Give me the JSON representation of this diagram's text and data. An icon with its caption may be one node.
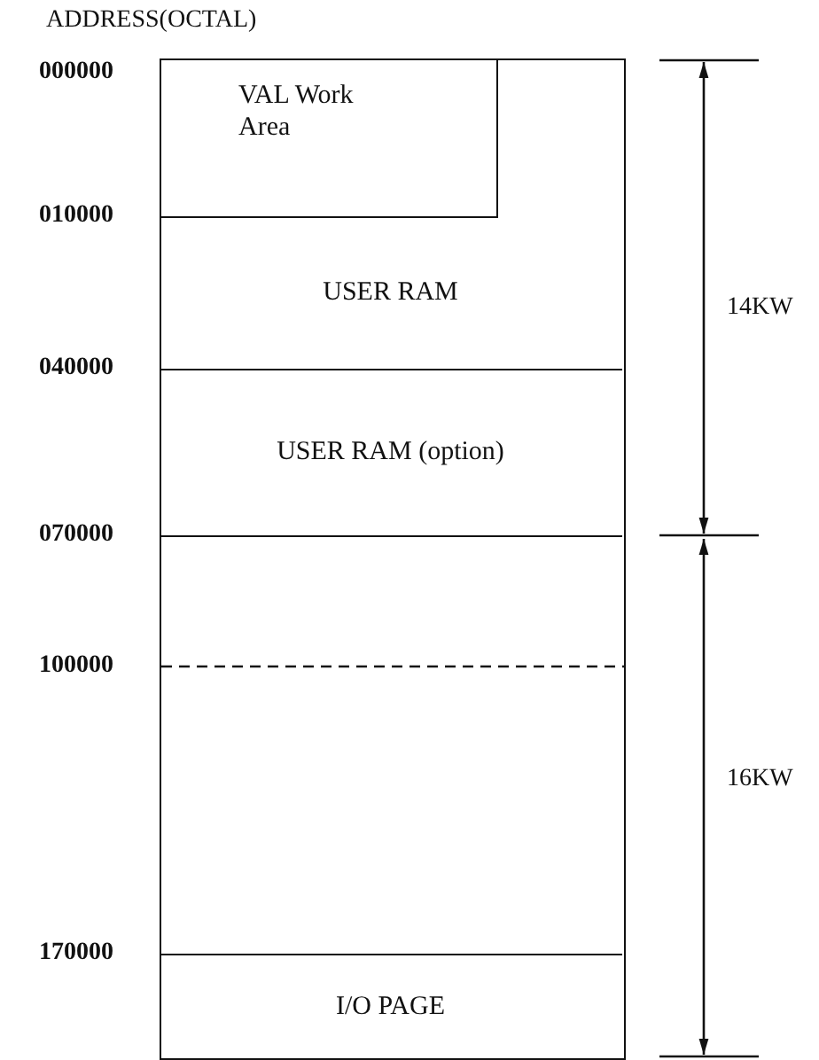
{
  "diagram": {
    "nodes": [
      {
        "text": [],
        "shape": "box"
      },
      {
        "text": [
          "VAL Work Area"
        ],
        "in": 0
      },
      {
        "text": [
          "USER RAM"
        ],
        "in": 0
      },
      {
        "text": [
          "USER RAM (option)"
        ],
        "in": 0
      },
      {
        "text": [],
        "shape": "box",
        "in": 0
      },
      {
        "text": [
          "I/O PAGE"
        ],
        "in": 0
      }
    ],
    "edges": [],
    "labels": [
      "ADDRESS(OCTAL)",
      "000000",
      "010000",
      "040000",
      "070000",
      "100000",
      "170000",
      "14KW",
      "16KW"
    ]
  }
}
